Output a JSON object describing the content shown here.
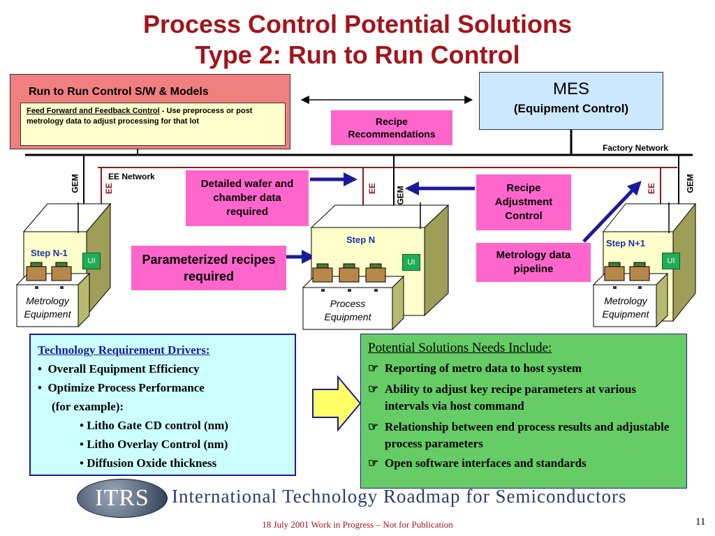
{
  "title": {
    "line1": "Process Control Potential Solutions",
    "line2": "Type 2: Run to Run Control"
  },
  "r2r": {
    "heading": "Run to Run Control S/W & Models",
    "desc_link": "Feed Forward and Feedback Control",
    "desc_rest": " - Use preprocess or post metrology data to adjust processing for that lot"
  },
  "mes": {
    "title": "MES",
    "subtitle": "(Equipment Control)"
  },
  "recipe_recommendations": "Recipe Recommendations",
  "factory_network": "Factory  Network",
  "ee_network": "EE  Network",
  "labels": {
    "gem": "GEM",
    "ee": "EE",
    "ui": "UI"
  },
  "detailed_wafer": "Detailed wafer and chamber data required",
  "recipe_adjustment": "Recipe Adjustment Control",
  "parameterized": "Parameterized recipes required",
  "metrology_pipeline": "Metrology data pipeline",
  "steps": {
    "left": {
      "name": "Step N-1",
      "equipment": "Metrology Equipment"
    },
    "center": {
      "name": "Step N",
      "equipment": "Process Equipment"
    },
    "right": {
      "name": "Step N+1",
      "equipment": "Metrology Equipment"
    }
  },
  "drivers": {
    "heading": "Technology Requirement Drivers:",
    "items": [
      "Overall Equipment Efficiency",
      "Optimize Process Performance",
      "(for example):"
    ],
    "subitems": [
      "Litho Gate CD control (nm)",
      "Litho Overlay Control (nm)",
      "Diffusion Oxide thickness"
    ]
  },
  "solutions": {
    "heading": "Potential Solutions Needs Include:",
    "items": [
      "Reporting of metro data to host system",
      "Ability to adjust key recipe parameters at various intervals via host command",
      "Relationship between end process results and adjustable process parameters",
      "Open software interfaces and standards"
    ]
  },
  "footer": {
    "logo": "ITRS",
    "org": "International Technology Roadmap for Semiconductors",
    "note": "18 July 2001 Work in Progress – Not for Publication",
    "page": "11"
  },
  "colors": {
    "title": "#a3141b",
    "pink": "#ff66cc",
    "mes_bg": "#cce8ff",
    "r2r_bg": "#f08080",
    "r2r_inner": "#ffffcc",
    "drivers_bg": "#ccffff",
    "solutions_bg": "#66cc66",
    "arrow_yellow": "#ffff66",
    "navy": "#1a1a99",
    "maroon": "#8b1a1a"
  }
}
